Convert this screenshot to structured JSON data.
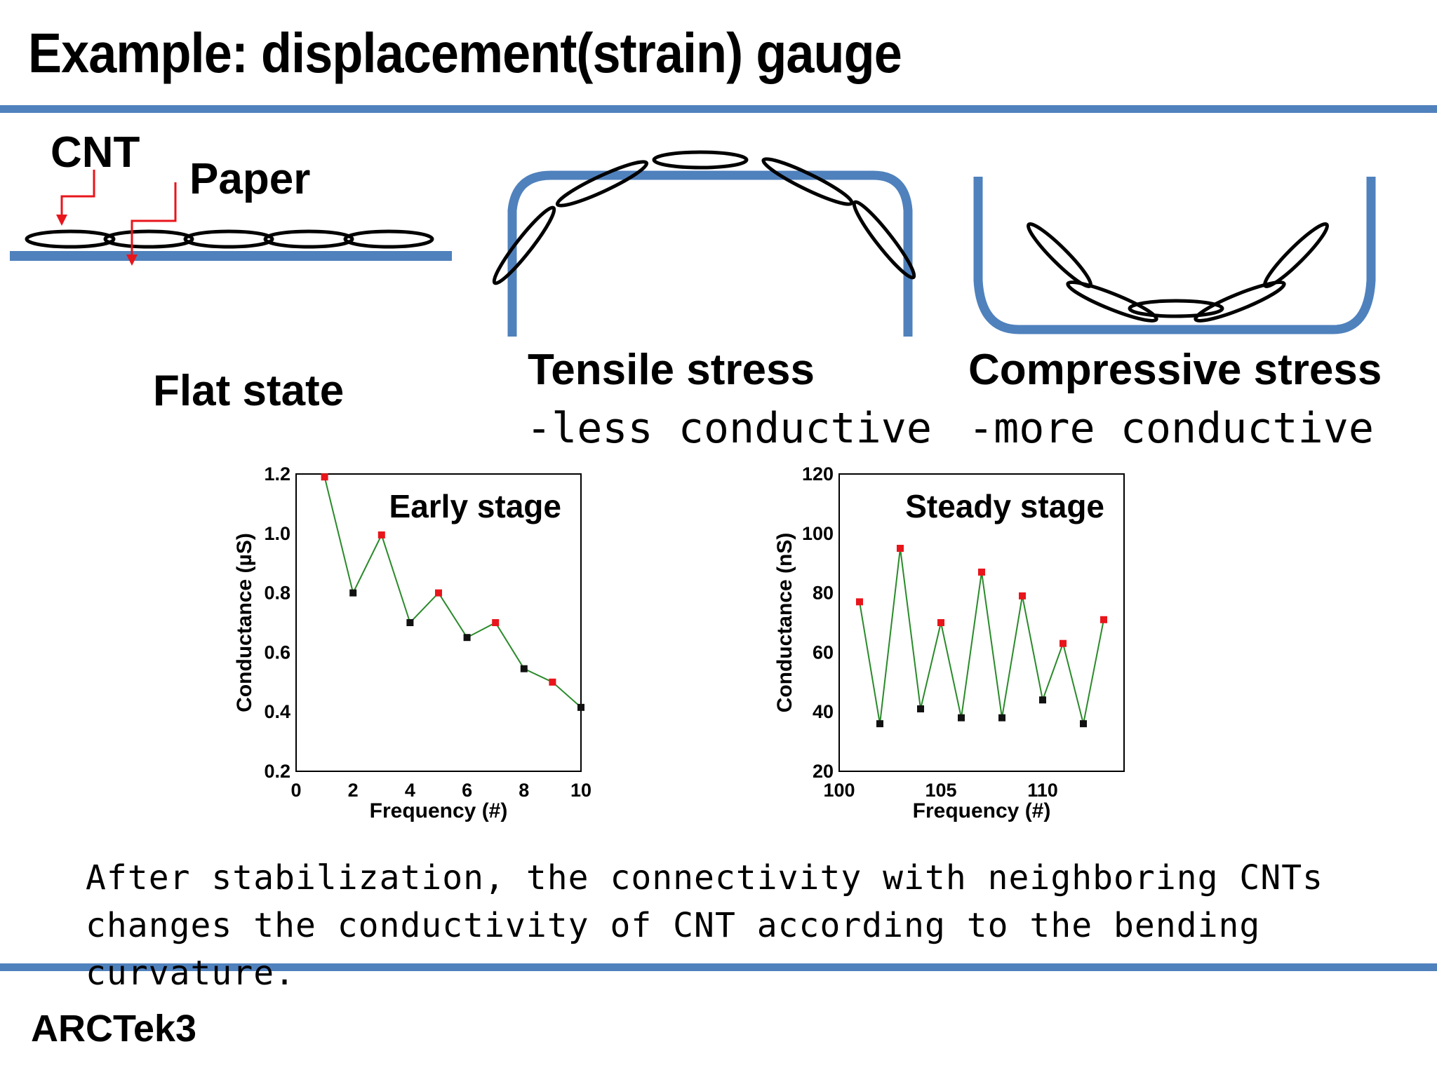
{
  "slide": {
    "title": "Example: displacement(strain) gauge",
    "accent_color": "#4f81bd",
    "footer": "ARCTek3",
    "caption_lines": [
      "After stabilization, the connectivity with neighboring CNTs",
      "changes the  conductivity of CNT according to the bending",
      "curvature."
    ]
  },
  "diagram": {
    "cnt_label": "CNT",
    "paper_label": "Paper",
    "flat_label": "Flat state",
    "tensile_label": "Tensile stress",
    "tensile_note": "-less conductive",
    "compressive_label": "Compressive stress",
    "compressive_note": "-more conductive",
    "paper_color": "#4f81bd",
    "arrow_color": "#e8151b"
  },
  "chart_data": [
    {
      "type": "line",
      "title": "Early stage",
      "xlabel": "Frequency (#)",
      "ylabel": "Conductance (µS)",
      "xlim": [
        0,
        10
      ],
      "ylim": [
        0.2,
        1.2
      ],
      "xticks": [
        0,
        2,
        4,
        6,
        8,
        10
      ],
      "yticks": [
        0.2,
        0.4,
        0.6,
        0.8,
        1.0,
        1.2
      ],
      "ytick_labels": [
        "0.2",
        "0.4",
        "0.6",
        "0.8",
        "1.0",
        "1.2"
      ],
      "grid": false,
      "line_color": "#2a8a2a",
      "odd_marker_color": "#e8151b",
      "even_marker_color": "#111111",
      "x": [
        1,
        2,
        3,
        4,
        5,
        6,
        7,
        8,
        9,
        10
      ],
      "y": [
        1.19,
        0.8,
        0.995,
        0.7,
        0.8,
        0.65,
        0.7,
        0.545,
        0.5,
        0.415
      ]
    },
    {
      "type": "line",
      "title": "Steady stage",
      "xlabel": "Frequency (#)",
      "ylabel": "Conductance (nS)",
      "xlim": [
        100,
        114
      ],
      "ylim": [
        20,
        120
      ],
      "xticks": [
        100,
        105,
        110
      ],
      "yticks": [
        20,
        40,
        60,
        80,
        100,
        120
      ],
      "ytick_labels": [
        "20",
        "40",
        "60",
        "80",
        "100",
        "120"
      ],
      "grid": false,
      "line_color": "#2a8a2a",
      "odd_marker_color": "#e8151b",
      "even_marker_color": "#111111",
      "x": [
        101,
        102,
        103,
        104,
        105,
        106,
        107,
        108,
        109,
        110,
        111,
        112,
        113
      ],
      "y": [
        77,
        36,
        95,
        41,
        70,
        38,
        87,
        38,
        79,
        44,
        63,
        36,
        71
      ]
    }
  ]
}
